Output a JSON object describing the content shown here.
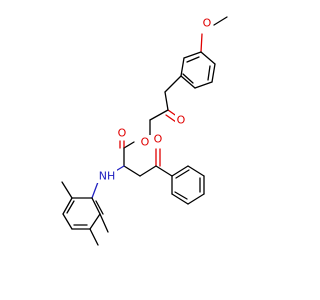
{
  "molecule": {
    "atom_labels": {
      "methoxy_oxygen": "O",
      "ketone_oxygen_top": "O",
      "ester_carbonyl_oxygen": "O",
      "ester_ether_oxygen": "O",
      "ketone_oxygen_right": "O",
      "amine": "NH"
    },
    "colors": {
      "bond": "#000000",
      "oxygen": "#e00000",
      "nitrogen": "#2020c0",
      "background": "#ffffff"
    }
  }
}
